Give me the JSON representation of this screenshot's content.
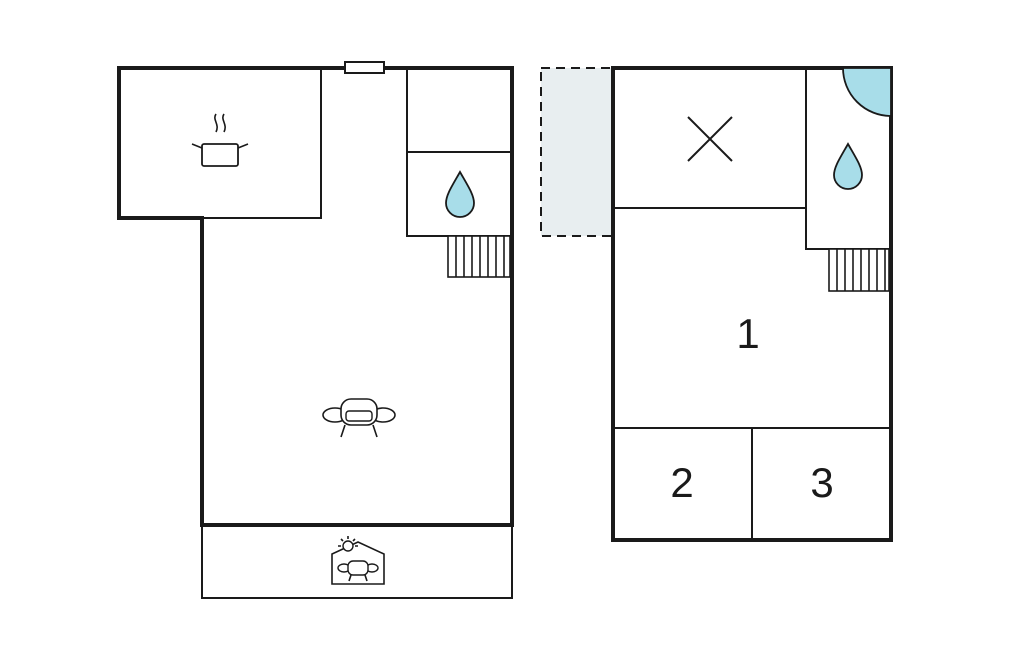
{
  "colors": {
    "wall": "#1a1a1a",
    "water": "#a8dde9",
    "dashed_area": "#e8eef0",
    "background": "#ffffff"
  },
  "ground_floor": {
    "icons": [
      "kitchen-pot-icon",
      "water-drop-icon",
      "sofa-icon",
      "terrace-sofa-sun-icon"
    ]
  },
  "upper_floor": {
    "rooms": [
      {
        "label": "1"
      },
      {
        "label": "2"
      },
      {
        "label": "3"
      }
    ],
    "icons": [
      "x-mark-icon",
      "water-drop-icon"
    ]
  }
}
